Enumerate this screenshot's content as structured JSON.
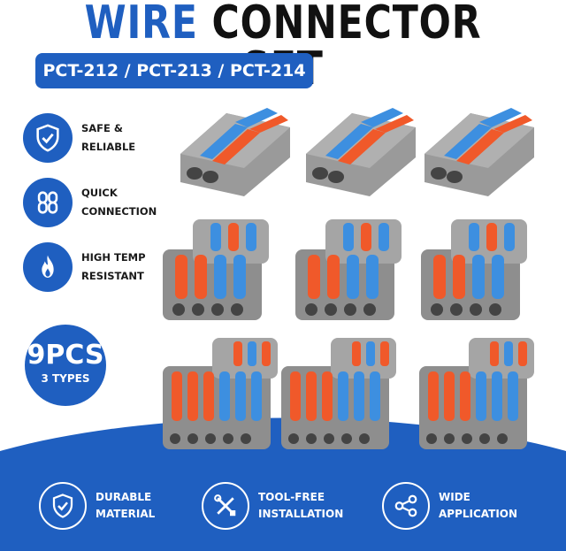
{
  "header": {
    "title_accent": "WIRE",
    "title_main": "CONNECTOR SET",
    "models": "PCT-212 / PCT-213 / PCT-214"
  },
  "features": [
    {
      "icon": "shield-check-icon",
      "line1": "SAFE &",
      "line2": "RELIABLE"
    },
    {
      "icon": "link-icon",
      "line1": "QUICK",
      "line2": "CONNECTION"
    },
    {
      "icon": "flame-icon",
      "line1": "HIGH TEMP",
      "line2": "RESISTANT"
    }
  ],
  "badge": {
    "count": "9PCS",
    "types": "3 TYPES"
  },
  "bottom_features": [
    {
      "icon": "shield-check-icon",
      "line1": "DURABLE",
      "line2": "MATERIAL"
    },
    {
      "icon": "tools-icon",
      "line1": "TOOL-FREE",
      "line2": "INSTALLATION"
    },
    {
      "icon": "share-icon",
      "line1": "WIDE",
      "line2": "APPLICATION"
    }
  ],
  "colors": {
    "brand_blue": "#1f5fc0",
    "lever_orange": "#f0592a",
    "lever_blue": "#3d8fe0",
    "body_gray": "#8e8e8e"
  }
}
